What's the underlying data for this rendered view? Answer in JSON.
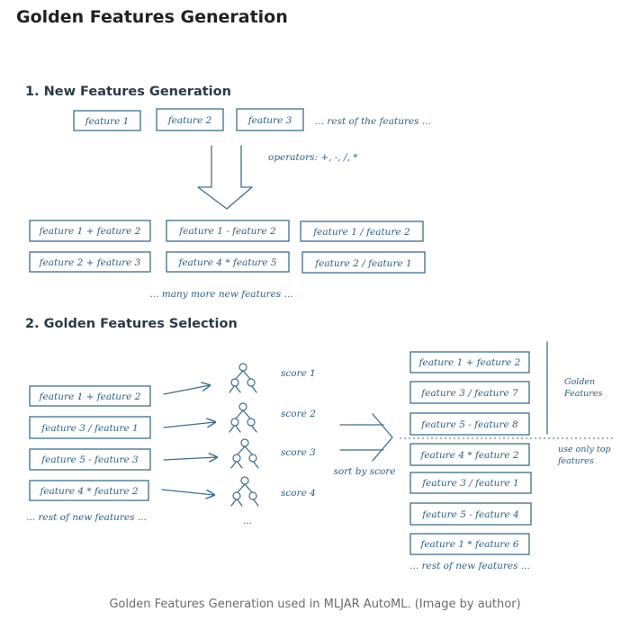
{
  "title": "Golden Features Generation",
  "caption": "Golden Features Generation used in MLJAR AutoML. (Image by author)",
  "section1": {
    "heading": "1. New Features Generation",
    "inputs": [
      "feature 1",
      "feature 2",
      "feature 3"
    ],
    "rest_inputs": "... rest of the features ...",
    "operators": "operators: +, -, /, *",
    "outputs": [
      "feature 1 + feature 2",
      "feature 1 - feature 2",
      "feature 1 / feature 2",
      "feature 2 + feature 3",
      "feature 4 * feature 5",
      "feature 2 / feature 1"
    ],
    "more": "... many more new features ..."
  },
  "section2": {
    "heading": "2. Golden Features Selection",
    "candidates": [
      "feature 1 + feature 2",
      "feature 3 / feature 1",
      "feature 5 - feature 3",
      "feature 4 * feature 2"
    ],
    "rest_candidates": "... rest of new features ...",
    "scores": [
      "score 1",
      "score 2",
      "score 3",
      "score 4"
    ],
    "trees_more": "...",
    "sort_label": "sort by score",
    "sorted": [
      "feature 1 + feature 2",
      "feature 3 / feature 7",
      "feature 5 - feature 8",
      "feature 4 * feature 2",
      "feature 3 / feature 1",
      "feature 5 - feature 4",
      "feature 1 * feature 6"
    ],
    "rest_sorted": "... rest of new features ...",
    "golden_label": [
      "Golden",
      "Features"
    ],
    "top_note": [
      "use only top",
      "features"
    ]
  }
}
